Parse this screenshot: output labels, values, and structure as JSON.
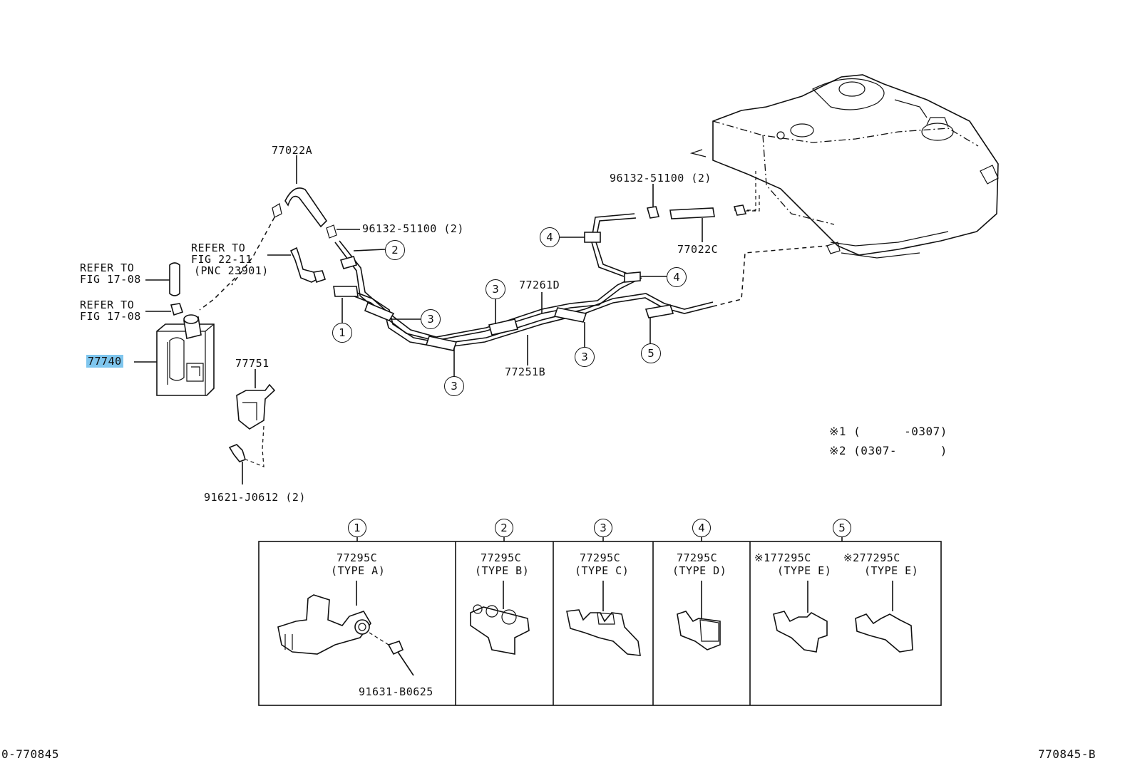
{
  "diagram": {
    "part_labels": {
      "hose_a": "77022A",
      "clamp_a": "96132-51100 (2)",
      "clamp_c": "96132-51100 (2)",
      "hose_c": "77022C",
      "tube_d": "77261D",
      "tube_b": "77251B",
      "canister": "77740",
      "bracket": "77751",
      "bolt": "91621-J0612 (2)",
      "refer_fig22_line1": "REFER TO",
      "refer_fig22_line2": "FIG 22-11",
      "refer_fig22_line3": "(PNC 23901)",
      "refer_fig17_a_line1": "REFER TO",
      "refer_fig17_a_line2": "FIG 17-08",
      "refer_fig17_b_line1": "REFER TO",
      "refer_fig17_b_line2": "FIG 17-08"
    },
    "callouts": [
      "1",
      "2",
      "3",
      "4",
      "5"
    ],
    "notes": {
      "note1": "※1 (      -0307)",
      "note2": "※2 (0307-      )"
    },
    "clamp_table": {
      "headers": [
        "1",
        "2",
        "3",
        "4",
        "5"
      ],
      "cells": [
        {
          "part": "77295C",
          "type": "(TYPE A)",
          "bolt": "91631-B0625"
        },
        {
          "part": "77295C",
          "type": "(TYPE B)"
        },
        {
          "part": "77295C",
          "type": "(TYPE C)"
        },
        {
          "part": "77295C",
          "type": "(TYPE D)"
        },
        {
          "part_e1": "※177295C",
          "type_e1": "(TYPE E)",
          "part_e2": "※277295C",
          "type_e2": "(TYPE E)"
        }
      ]
    },
    "footer": {
      "left": "0-770845",
      "right": "770845-B"
    },
    "highlight_color": "#7fc6ee"
  }
}
